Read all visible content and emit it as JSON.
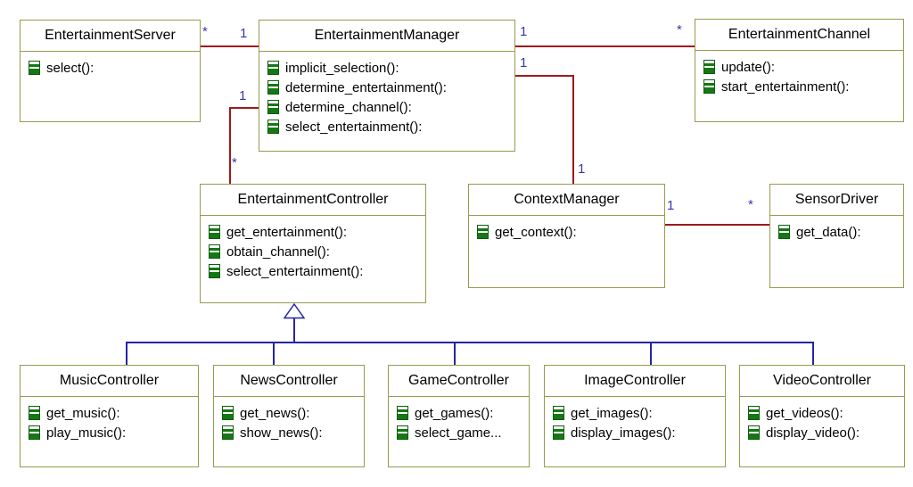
{
  "diagram": {
    "type": "uml-class-diagram",
    "classes": [
      {
        "name": "EntertainmentServer",
        "methods": [
          "select():"
        ]
      },
      {
        "name": "EntertainmentManager",
        "methods": [
          "implicit_selection():",
          "determine_entertainment():",
          "determine_channel():",
          "select_entertainment():"
        ]
      },
      {
        "name": "EntertainmentChannel",
        "methods": [
          "update():",
          "start_entertainment():"
        ]
      },
      {
        "name": "EntertainmentController",
        "methods": [
          "get_entertainment():",
          "obtain_channel():",
          "select_entertainment():"
        ]
      },
      {
        "name": "ContextManager",
        "methods": [
          "get_context():"
        ]
      },
      {
        "name": "SensorDriver",
        "methods": [
          "get_data():"
        ]
      },
      {
        "name": "MusicController",
        "methods": [
          "get_music():",
          "play_music():"
        ]
      },
      {
        "name": "NewsController",
        "methods": [
          "get_news():",
          "show_news():"
        ]
      },
      {
        "name": "GameController",
        "methods": [
          "get_games():",
          "select_game..."
        ]
      },
      {
        "name": "ImageController",
        "methods": [
          "get_images():",
          "display_images():"
        ]
      },
      {
        "name": "VideoController",
        "methods": [
          "get_videos():",
          "display_video():"
        ]
      }
    ],
    "relationships": [
      {
        "type": "association",
        "from": "EntertainmentServer",
        "to": "EntertainmentManager",
        "from_multiplicity": "*",
        "to_multiplicity": "1"
      },
      {
        "type": "association",
        "from": "EntertainmentManager",
        "to": "EntertainmentChannel",
        "from_multiplicity": "1",
        "to_multiplicity": "*"
      },
      {
        "type": "association",
        "from": "EntertainmentManager",
        "to": "EntertainmentController",
        "from_multiplicity": "1",
        "to_multiplicity": "*"
      },
      {
        "type": "association",
        "from": "EntertainmentManager",
        "to": "ContextManager",
        "from_multiplicity": "1",
        "to_multiplicity": "1"
      },
      {
        "type": "association",
        "from": "ContextManager",
        "to": "SensorDriver",
        "from_multiplicity": "1",
        "to_multiplicity": "*"
      },
      {
        "type": "generalization",
        "parent": "EntertainmentController",
        "children": [
          "MusicController",
          "NewsController",
          "GameController",
          "ImageController",
          "VideoController"
        ]
      }
    ],
    "multiplicity_labels": [
      {
        "text": "*"
      },
      {
        "text": "1"
      },
      {
        "text": "1"
      },
      {
        "text": "*"
      },
      {
        "text": "1"
      },
      {
        "text": "*"
      },
      {
        "text": "1"
      },
      {
        "text": "1"
      },
      {
        "text": "1"
      },
      {
        "text": "*"
      }
    ],
    "colors": {
      "box_border": "#9a9a50",
      "association_line": "#9e1a1a",
      "generalization_line": "#2525a5",
      "multiplicity_text": "#3535b5",
      "operation_icon": "#157815",
      "background": "#ffffff",
      "text": "#000000"
    }
  }
}
